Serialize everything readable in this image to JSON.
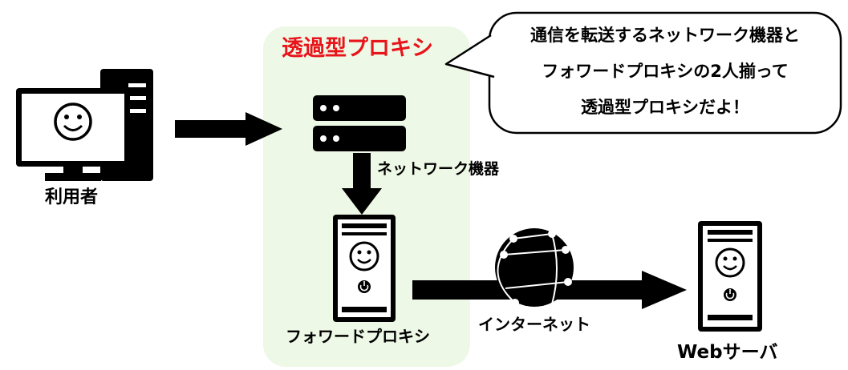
{
  "title": "透過型プロキシ",
  "nodes": {
    "user": {
      "label": "利用者"
    },
    "network_device": {
      "label": "ネットワーク機器"
    },
    "forward_proxy": {
      "label": "フォワードプロキシ"
    },
    "internet": {
      "label": "インターネット"
    },
    "web_server": {
      "label": "Webサーバ"
    }
  },
  "speech_bubble": {
    "lines": [
      "通信を転送するネットワーク機器と",
      "フォワードプロキシの2人揃って",
      "透過型プロキシだよ！"
    ]
  },
  "colors": {
    "title": "#e8141b",
    "zone_background": "#eef8e6",
    "ink": "#000000"
  }
}
